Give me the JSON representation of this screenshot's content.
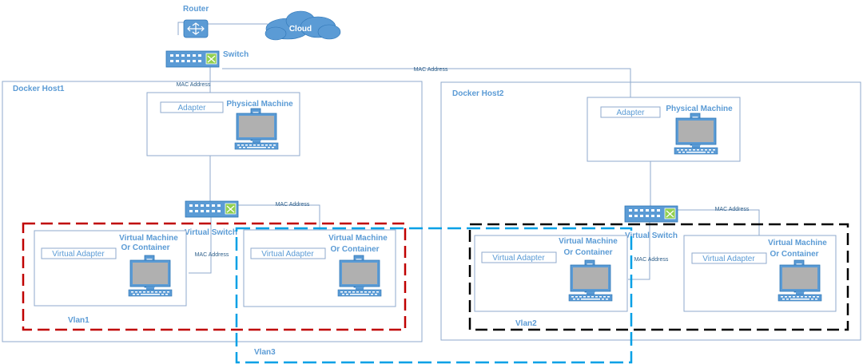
{
  "router": {
    "label": "Router"
  },
  "cloud": {
    "label": "Cloud"
  },
  "main_switch": {
    "label": "Switch"
  },
  "links": {
    "mac_top": "MAC Address",
    "mac_host1": "MAC Address",
    "mac_vswitch1_vm2": "MAC Address",
    "mac_vswitch1_vm1": "MAC Address",
    "mac_vswitch2_vm2": "MAC Address",
    "mac_vswitch2_vm1": "MAC Address"
  },
  "host1": {
    "title": "Docker Host1",
    "physical": {
      "title": "Physical Machine",
      "adapter": "Adapter"
    },
    "vswitch": "Virtual Switch",
    "vm_left": {
      "title_line1": "Virtual Machine",
      "title_line2": "Or Container",
      "adapter": "Virtual Adapter"
    },
    "vm_right": {
      "title_line1": "Virtual Machine",
      "title_line2": "Or Container",
      "adapter": "Virtual Adapter"
    },
    "vlan": "Vlan1"
  },
  "host2": {
    "title": "Docker Host2",
    "physical": {
      "title": "Physical Machine",
      "adapter": "Adapter"
    },
    "vswitch": "Virtual Switch",
    "vm_left": {
      "title_line1": "Virtual Machine",
      "title_line2": "Or Container",
      "adapter": "Virtual Adapter"
    },
    "vm_right": {
      "title_line1": "Virtual Machine",
      "title_line2": "Or Container",
      "adapter": "Virtual Adapter"
    },
    "vlan": "Vlan2"
  },
  "vlan3": {
    "label": "Vlan3"
  },
  "colors": {
    "accent": "#5b9bd5",
    "vlan1": "#c00000",
    "vlan2": "#000000",
    "vlan3": "#00a0e6",
    "line": "#8faacc"
  }
}
